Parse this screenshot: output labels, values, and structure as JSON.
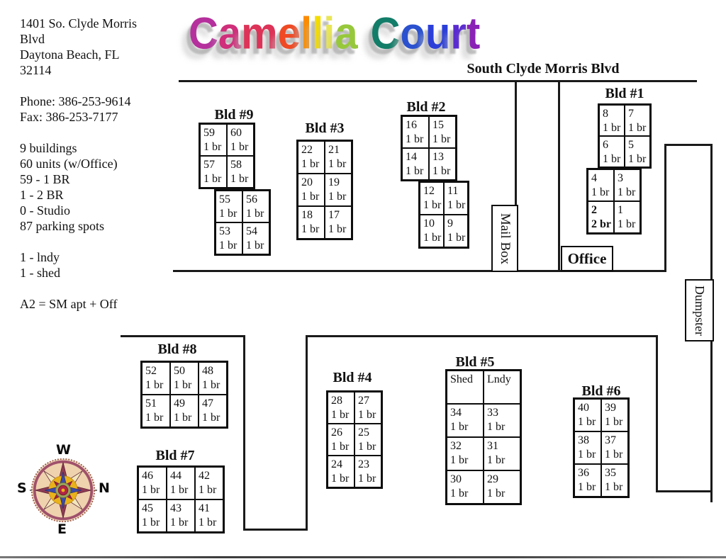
{
  "info_panel": {
    "lines": [
      "1401 So. Clyde Morris",
      "Blvd",
      "Daytona Beach, FL",
      "32114",
      "",
      "Phone: 386-253-9614",
      "Fax: 386-253-7177",
      "",
      "9 buildings",
      "60 units (w/Office)",
      "59 - 1 BR",
      "1 - 2 BR",
      "0 - Studio",
      "87 parking spots",
      "",
      "1 - lndy",
      "1 - shed",
      "",
      "A2 = SM apt + Off"
    ]
  },
  "title": {
    "text": "Camellia Court",
    "letter_colors": [
      "#b5309c",
      "#cf2f7b",
      "#dd3358",
      "#ef4a24",
      "#fb8c00",
      "#f4dc00",
      "#e8e557",
      "#97c83c",
      "#127d68",
      "#2b51cf",
      "#2b3fd8",
      "#5a2bd0",
      "#8a23b5"
    ],
    "shadow_color": "#b9b9b9"
  },
  "street": {
    "label": "South Clyde Morris Blvd"
  },
  "site_labels": {
    "mail_box": "Mail Box",
    "office": "Office",
    "dumpster": "Dumpster"
  },
  "compass": {
    "top": "W",
    "right": "N",
    "left": "S",
    "bottom": "E"
  },
  "buildings": {
    "b9": {
      "title": "Bld #9",
      "blocks": [
        [
          {
            "no": "59",
            "type": "1 br"
          },
          {
            "no": "60",
            "type": "1 br"
          },
          {
            "no": "57",
            "type": "1 br"
          },
          {
            "no": "58",
            "type": "1 br"
          }
        ],
        [
          {
            "no": "55",
            "type": "1 br"
          },
          {
            "no": "56",
            "type": "1 br"
          },
          {
            "no": "53",
            "type": "1 br"
          },
          {
            "no": "54",
            "type": "1 br"
          }
        ]
      ]
    },
    "b3": {
      "title": "Bld #3",
      "blocks": [
        [
          {
            "no": "22",
            "type": "1 br"
          },
          {
            "no": "21",
            "type": "1 br"
          },
          {
            "no": "20",
            "type": "1 br"
          },
          {
            "no": "19",
            "type": "1 br"
          },
          {
            "no": "18",
            "type": "1 br"
          },
          {
            "no": "17",
            "type": "1 br"
          }
        ]
      ]
    },
    "b2": {
      "title": "Bld #2",
      "blocks": [
        [
          {
            "no": "16",
            "type": "1 br"
          },
          {
            "no": "15",
            "type": "1 br"
          },
          {
            "no": "14",
            "type": "1 br"
          },
          {
            "no": "13",
            "type": "1 br"
          }
        ],
        [
          {
            "no": "12",
            "type": "1 br"
          },
          {
            "no": "11",
            "type": "1 br"
          },
          {
            "no": "10",
            "type": "1 br"
          },
          {
            "no": "9",
            "type": "1 br"
          }
        ]
      ]
    },
    "b1": {
      "title": "Bld #1",
      "blocks": [
        [
          {
            "no": "8",
            "type": "1 br"
          },
          {
            "no": "7",
            "type": "1 br"
          },
          {
            "no": "6",
            "type": "1 br"
          },
          {
            "no": "5",
            "type": "1 br"
          }
        ],
        [
          {
            "no": "4",
            "type": "1 br"
          },
          {
            "no": "3",
            "type": "1 br"
          },
          {
            "no": "2",
            "type": "2 br",
            "bold": true
          },
          {
            "no": "1",
            "type": "1 br"
          }
        ]
      ]
    },
    "b8": {
      "title": "Bld #8",
      "blocks": [
        [
          {
            "no": "52",
            "type": "1 br"
          },
          {
            "no": "50",
            "type": "1 br"
          },
          {
            "no": "48",
            "type": "1 br"
          },
          {
            "no": "51",
            "type": "1 br"
          },
          {
            "no": "49",
            "type": "1 br"
          },
          {
            "no": "47",
            "type": "1 br"
          }
        ]
      ]
    },
    "b7": {
      "title": "Bld #7",
      "blocks": [
        [
          {
            "no": "46",
            "type": "1 br"
          },
          {
            "no": "44",
            "type": "1 br"
          },
          {
            "no": "42",
            "type": "1 br"
          },
          {
            "no": "45",
            "type": "1 br"
          },
          {
            "no": "43",
            "type": "1 br"
          },
          {
            "no": "41",
            "type": "1 br"
          }
        ]
      ]
    },
    "b4": {
      "title": "Bld #4",
      "blocks": [
        [
          {
            "no": "28",
            "type": "1 br"
          },
          {
            "no": "27",
            "type": "1 br"
          },
          {
            "no": "26",
            "type": "1 br"
          },
          {
            "no": "25",
            "type": "1 br"
          },
          {
            "no": "24",
            "type": "1 br"
          },
          {
            "no": "23",
            "type": "1 br"
          }
        ]
      ]
    },
    "b5": {
      "title": "Bld #5",
      "blocks": [
        [
          {
            "no": "Shed",
            "type": ""
          },
          {
            "no": "Lndy",
            "type": ""
          },
          {
            "no": "34",
            "type": "1 br"
          },
          {
            "no": "33",
            "type": "1 br"
          },
          {
            "no": "32",
            "type": "1 br"
          },
          {
            "no": "31",
            "type": "1 br"
          },
          {
            "no": "30",
            "type": "1 br"
          },
          {
            "no": "29",
            "type": "1 br"
          }
        ]
      ]
    },
    "b6": {
      "title": "Bld #6",
      "blocks": [
        [
          {
            "no": "40",
            "type": "1 br"
          },
          {
            "no": "39",
            "type": "1 br"
          },
          {
            "no": "38",
            "type": "1 br"
          },
          {
            "no": "37",
            "type": "1 br"
          },
          {
            "no": "36",
            "type": "1 br"
          },
          {
            "no": "35",
            "type": "1 br"
          }
        ]
      ]
    }
  }
}
